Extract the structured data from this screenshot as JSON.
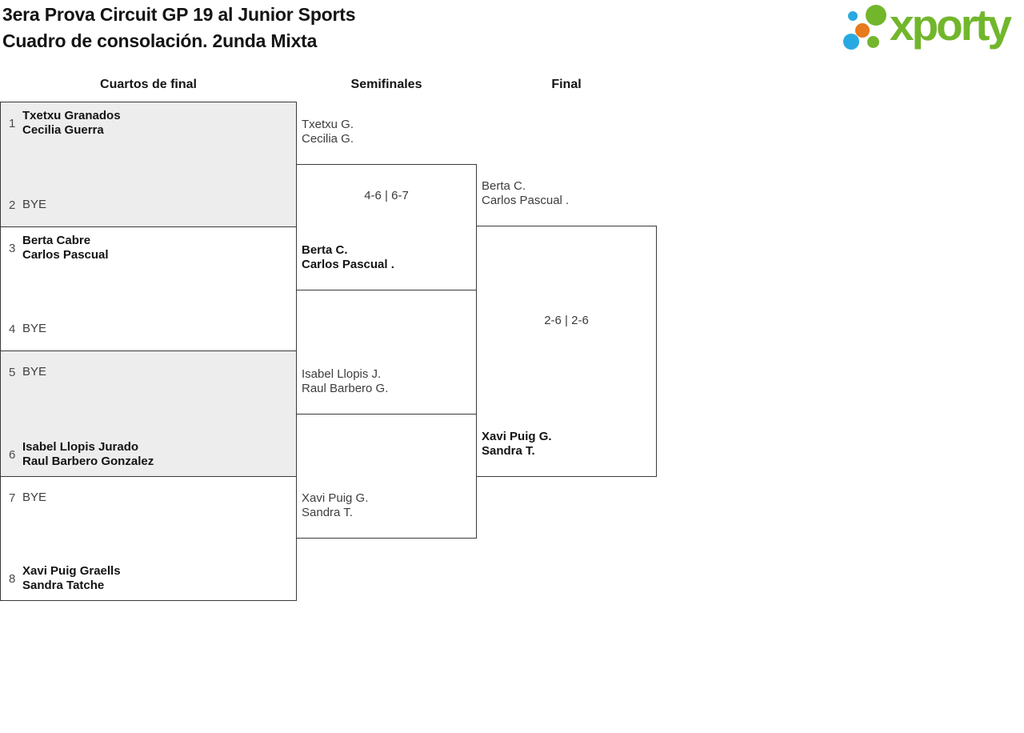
{
  "header": {
    "title_line1": "3era Prova Circuit GP 19 al Junior Sports",
    "title_line2": "Cuadro de consolación. 2unda Mixta",
    "logo_text": "xporty"
  },
  "colors": {
    "logo_green": "#72b62c",
    "logo_blue": "#29a9e1",
    "logo_orange": "#e87a1e",
    "box_gray": "#ededee",
    "border": "#3a3a3a",
    "text_dark": "#141414",
    "text_regular": "#3d3d3d"
  },
  "rounds": [
    {
      "label": "Cuartos de final"
    },
    {
      "label": "Semifinales"
    },
    {
      "label": "Final"
    }
  ],
  "quarterfinals": [
    {
      "top": {
        "seed": "1",
        "lines": [
          "Txetxu Granados",
          "Cecilia Guerra"
        ],
        "bold": true
      },
      "bottom": {
        "seed": "2",
        "lines": [
          "BYE"
        ],
        "bold": false
      }
    },
    {
      "top": {
        "seed": "3",
        "lines": [
          "Berta Cabre",
          "Carlos Pascual"
        ],
        "bold": true
      },
      "bottom": {
        "seed": "4",
        "lines": [
          "BYE"
        ],
        "bold": false
      }
    },
    {
      "top": {
        "seed": "5",
        "lines": [
          "BYE"
        ],
        "bold": false
      },
      "bottom": {
        "seed": "6",
        "lines": [
          "Isabel Llopis Jurado",
          "Raul Barbero Gonzalez"
        ],
        "bold": true
      }
    },
    {
      "top": {
        "seed": "7",
        "lines": [
          "BYE"
        ],
        "bold": false
      },
      "bottom": {
        "seed": "8",
        "lines": [
          "Xavi Puig Graells",
          "Sandra Tatche"
        ],
        "bold": true
      }
    }
  ],
  "semifinals": [
    {
      "top": {
        "lines": [
          "Txetxu G.",
          "Cecilia G."
        ],
        "bold": false
      },
      "bottom": {
        "lines": [
          "Berta C.",
          "Carlos Pascual ."
        ],
        "bold": true
      },
      "score": "4-6 | 6-7"
    },
    {
      "top": {
        "lines": [
          "Isabel Llopis J.",
          "Raul Barbero G."
        ],
        "bold": false
      },
      "bottom": {
        "lines": [
          "Xavi Puig G.",
          "Sandra T."
        ],
        "bold": false
      },
      "score": ""
    }
  ],
  "final": {
    "top": {
      "lines": [
        "Berta C.",
        "Carlos Pascual ."
      ],
      "bold": false
    },
    "bottom": {
      "lines": [
        "Xavi Puig G.",
        "Sandra T."
      ],
      "bold": true
    },
    "score": "2-6 | 2-6"
  }
}
